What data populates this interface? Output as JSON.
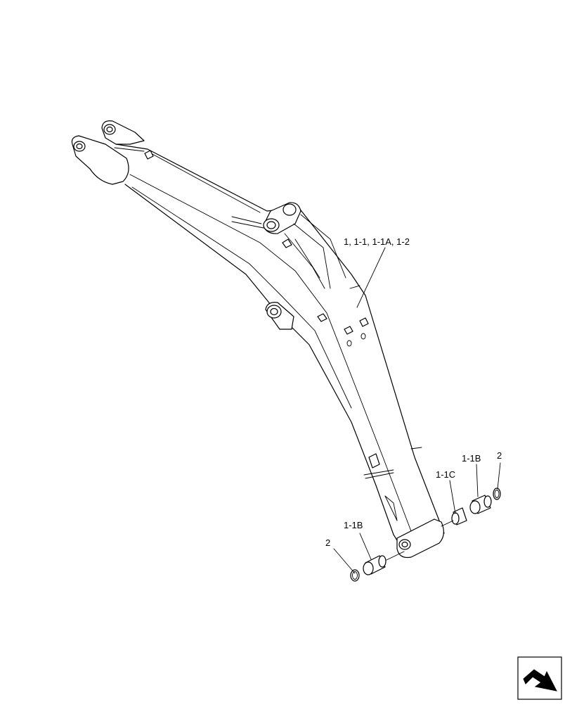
{
  "diagram": {
    "callouts": {
      "main_boom": "1, 1-1, 1-1A, 1-2",
      "seal_left": "2",
      "bushing_left": "1-1B",
      "bushing_center": "1-1C",
      "bushing_right": "1-1B",
      "seal_right": "2"
    },
    "nav_icon": "forward-arrow-icon"
  }
}
